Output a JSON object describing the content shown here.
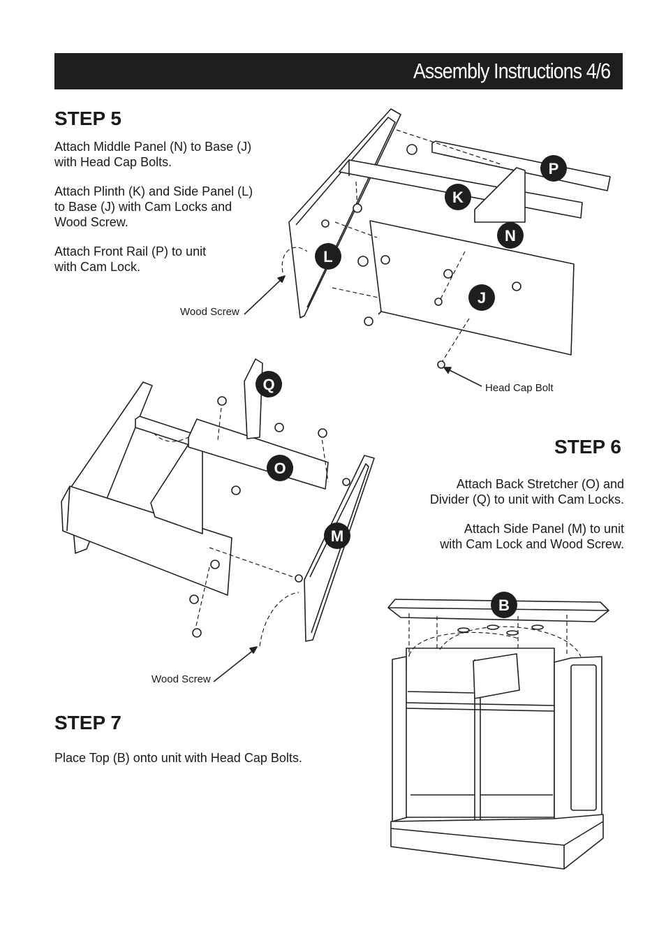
{
  "header": {
    "title": "Assembly Instructions 4/6"
  },
  "step5": {
    "title": "STEP 5",
    "lines": [
      "Attach Middle Panel (N) to Base (J)",
      "with Head Cap Bolts.",
      "Attach Plinth (K) and Side Panel (L)",
      "to Base (J) with Cam Locks and",
      "Wood Screw.",
      "Attach Front Rail (P) to unit",
      "with Cam Lock."
    ],
    "wood_screw": "Wood Screw",
    "head_cap_bolt": "Head Cap Bolt",
    "parts": {
      "P": "P",
      "K": "K",
      "N": "N",
      "L": "L",
      "J": "J"
    }
  },
  "step6": {
    "title": "STEP 6",
    "lines": [
      "Attach Back Stretcher (O) and",
      "Divider (Q) to unit with Cam Locks.",
      "Attach Side Panel (M) to unit",
      "with Cam Lock and Wood Screw."
    ],
    "wood_screw": "Wood Screw",
    "parts": {
      "Q": "Q",
      "O": "O",
      "M": "M"
    }
  },
  "step7": {
    "title": "STEP 7",
    "lines": [
      "Place Top (B) onto unit with Head Cap Bolts."
    ],
    "parts": {
      "B": "B"
    }
  }
}
